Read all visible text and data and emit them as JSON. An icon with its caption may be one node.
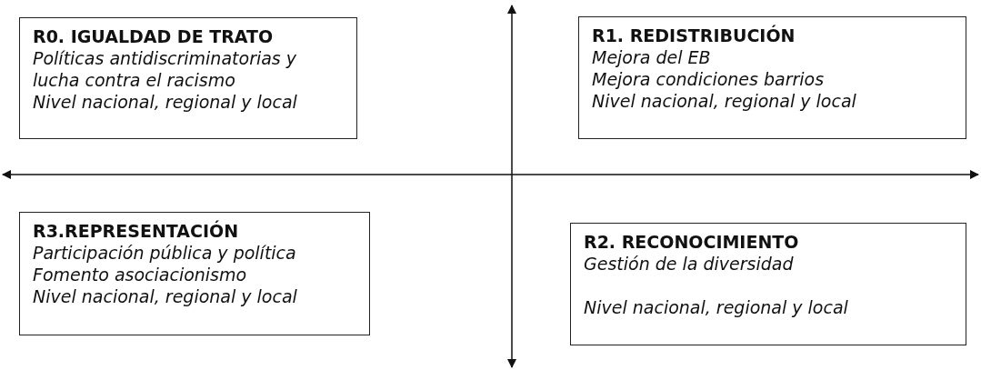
{
  "diagram": {
    "nodes": [
      {
        "text": [
          "R0. IGUALDAD DE TRATO",
          "Políticas antidiscriminatorias y lucha contra el racismo",
          "Nivel nacional, regional y local"
        ]
      },
      {
        "text": [
          "R1. REDISTRIBUCIÓN",
          "Mejora del EB",
          "Mejora condiciones barrios",
          "Nivel nacional, regional y local"
        ]
      },
      {
        "text": [
          "R3.REPRESENTACIÓN",
          "Participación pública y política",
          "Fomento asociacionismo",
          "Nivel nacional, regional y local"
        ]
      },
      {
        "text": [
          "R2. RECONOCIMIENTO",
          "Gestión de la diversidad",
          "Nivel nacional, regional y local"
        ]
      }
    ]
  }
}
